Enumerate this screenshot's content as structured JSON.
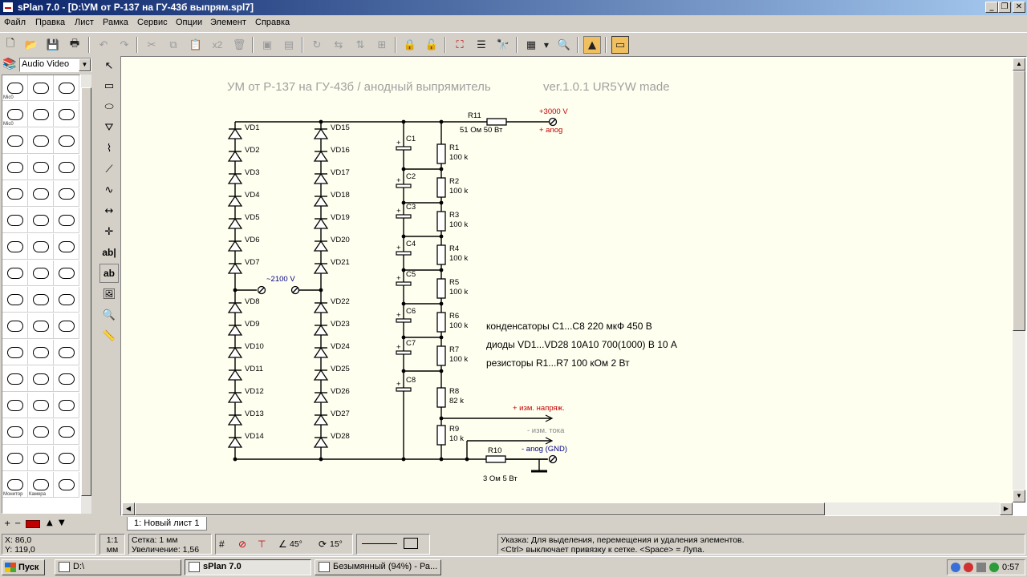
{
  "window": {
    "title": "sPlan 7.0 - [D:\\УМ от Р-137 на ГУ-43б выпрям.spl7]",
    "minimize": "_",
    "restore": "❐",
    "close": "✕"
  },
  "menu": [
    "Файл",
    "Правка",
    "Лист",
    "Рамка",
    "Сервис",
    "Опции",
    "Элемент",
    "Справка"
  ],
  "toolbar": {
    "icons": [
      "new-icon",
      "open-icon",
      "save-icon",
      "print-icon",
      "undo-icon",
      "redo-icon",
      "cut-icon",
      "copy-icon",
      "paste-icon",
      "duplicate-icon",
      "delete-icon",
      "group-icon",
      "ungroup-icon",
      "rotate-icon",
      "mirror-h-icon",
      "mirror-v-icon",
      "align-icon",
      "lock-icon",
      "unlock-icon",
      "netlist-icon",
      "parts-list-icon",
      "search-icon",
      "grid-icon",
      "zoom-icon",
      "image-icon",
      "frame-icon"
    ],
    "x2": "x2"
  },
  "library": {
    "selected": "Audio Video",
    "cell_labels": [
      "Mic0",
      "",
      "",
      "Mic0",
      "",
      "",
      "",
      "",
      "",
      "",
      "",
      "",
      "",
      "",
      "",
      "",
      "",
      "",
      "",
      "",
      "",
      "",
      "",
      "",
      "",
      "",
      "",
      "",
      "",
      "",
      "",
      "",
      "",
      "",
      "",
      "",
      "",
      "",
      "",
      "",
      "",
      "",
      "",
      "",
      "",
      "Монитор",
      "Камера",
      ""
    ]
  },
  "drawtools": {
    "text_tool": "ab|",
    "textbox_tool": "ab"
  },
  "schematic": {
    "header": "УМ от Р-137 на ГУ-43б / анодный выпрямитель",
    "version": "ver.1.0.1   UR5YW made",
    "diodes_left": [
      "VD1",
      "VD2",
      "VD3",
      "VD4",
      "VD5",
      "VD6",
      "VD7",
      "VD8",
      "VD9",
      "VD10",
      "VD11",
      "VD12",
      "VD13",
      "VD14"
    ],
    "diodes_right": [
      "VD15",
      "VD16",
      "VD17",
      "VD18",
      "VD19",
      "VD20",
      "VD21",
      "VD22",
      "VD23",
      "VD24",
      "VD25",
      "VD26",
      "VD27",
      "VD28"
    ],
    "caps": [
      "C1",
      "C2",
      "C3",
      "C4",
      "C5",
      "C6",
      "C7",
      "C8"
    ],
    "cap_plus": "+",
    "resistors": [
      {
        "ref": "R1",
        "val": "100 k"
      },
      {
        "ref": "R2",
        "val": "100 k"
      },
      {
        "ref": "R3",
        "val": "100 k"
      },
      {
        "ref": "R4",
        "val": "100 k"
      },
      {
        "ref": "R5",
        "val": "100 k"
      },
      {
        "ref": "R6",
        "val": "100 k"
      },
      {
        "ref": "R7",
        "val": "100 k"
      },
      {
        "ref": "R8",
        "val": "82 k"
      },
      {
        "ref": "R9",
        "val": "10 k"
      }
    ],
    "r11": {
      "ref": "R11",
      "val": "51 Ом  50 Вт"
    },
    "r10": {
      "ref": "R10",
      "val": "3 Ом  5 Вт"
    },
    "v_ac": "~2100 V",
    "v_out": "+3000 V",
    "anod_plus": "+ anog",
    "meas_voltage": "+ изм. напряж.",
    "meas_current": "- изм. тока",
    "anod_gnd": "- anog (GND)",
    "notes": [
      "конденсаторы С1...С8 220 мкФ 450 В",
      "диоды VD1...VD28 10А10  700(1000) В 10 А",
      "резисторы R1...R7  100 кОм 2 Вт"
    ]
  },
  "sheet_tab": "1: Новый лист 1",
  "status": {
    "x": "X: 86,0",
    "y": "Y: 119,0",
    "scale1": "1:1",
    "scale2": "мм",
    "grid": "Сетка: 1 мм",
    "zoom": "Увеличение:  1,56",
    "angle1": "45°",
    "angle2": "15°",
    "hint1": "Указка: Для выделения, перемещения и удаления элементов.",
    "hint2": "<Ctrl> выключает привязку к сетке. <Space> = Лупа."
  },
  "taskbar": {
    "start": "Пуск",
    "tasks": [
      "D:\\",
      "sPlan 7.0",
      "Безымянный (94%) - Ра..."
    ],
    "clock": "0:57"
  }
}
